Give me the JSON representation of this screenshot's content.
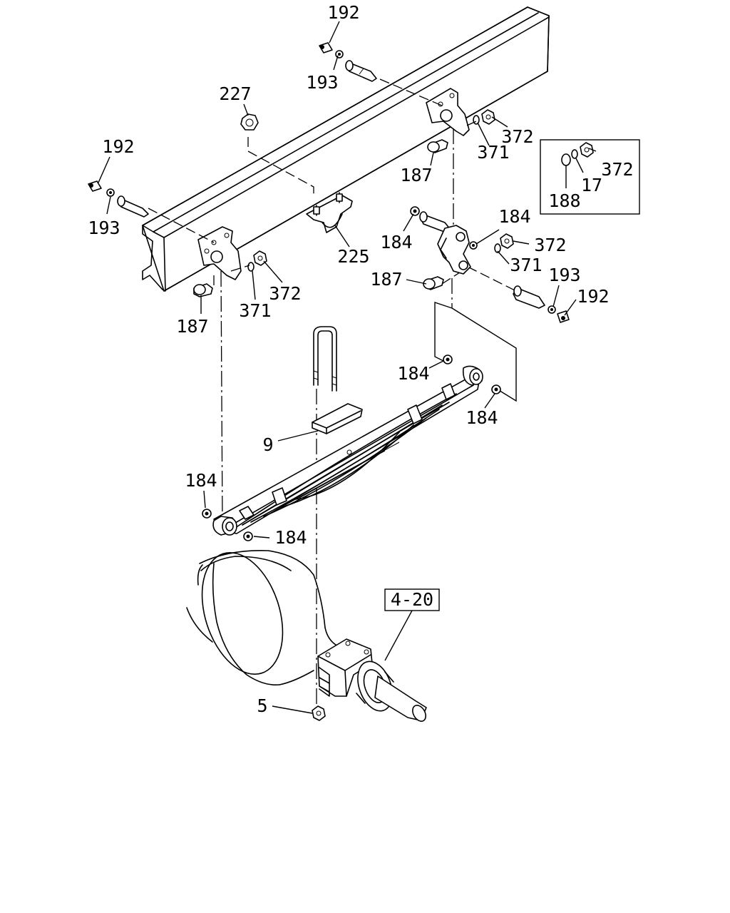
{
  "diagram": {
    "callouts": {
      "c192_top": "192",
      "c193_top": "193",
      "c227": "227",
      "c372_top": "372",
      "c371_top": "371",
      "c187_top": "187",
      "c192_left": "192",
      "c193_left": "193",
      "c225": "225",
      "c184_pin": "184",
      "c184_shackle": "184",
      "c372_shackle": "372",
      "c371_shackle": "371",
      "c187_shackle": "187",
      "c193_right": "193",
      "c192_right": "192",
      "c371_left": "371",
      "c372_left": "372",
      "c187_left": "187",
      "c184_rear_a": "184",
      "c184_rear_b": "184",
      "c9": "9",
      "c184_front_a": "184",
      "c184_front_b": "184",
      "c5": "5"
    },
    "inset": {
      "c372": "372",
      "c17": "17",
      "c188": "188"
    },
    "ref_box": "4-20"
  }
}
